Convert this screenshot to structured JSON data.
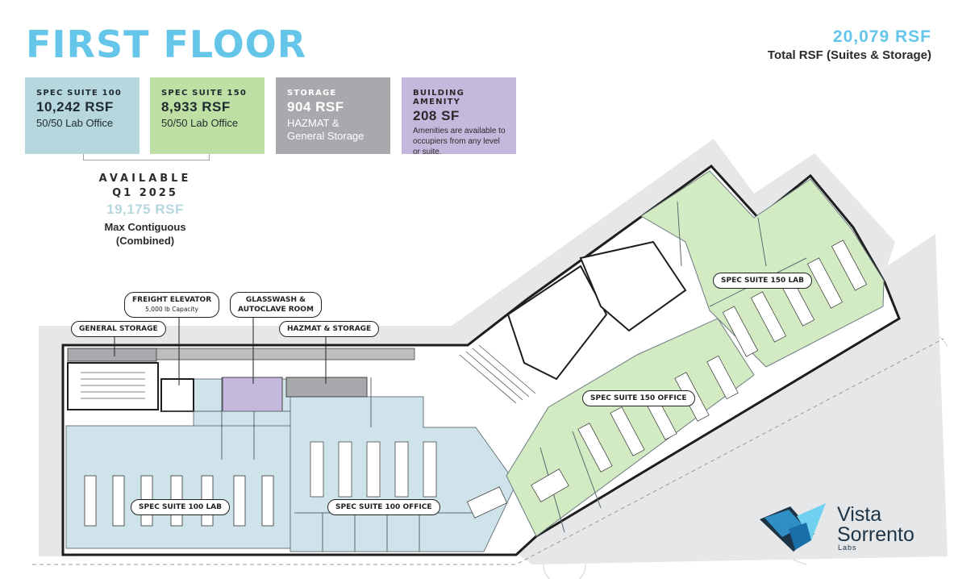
{
  "header": {
    "title": "FIRST FLOOR",
    "total_rsf": "20,079 RSF",
    "total_label": "Total RSF (Suites & Storage)"
  },
  "cards": [
    {
      "heading": "SPEC SUITE 100",
      "value": "10,242 RSF",
      "desc": "50/50 Lab Office",
      "color": "#b7d7df"
    },
    {
      "heading": "SPEC SUITE 150",
      "value": "8,933 RSF",
      "desc": "50/50 Lab Office",
      "color": "#bfe0a5"
    },
    {
      "heading": "STORAGE",
      "value": "904 RSF",
      "desc": "HAZMAT & General Storage",
      "color": "#a7a9ac"
    },
    {
      "heading": "BUILDING AMENITY",
      "value": "208 SF",
      "desc": "Amenities are available to occupiers from any level or suite.",
      "color": "#c4b9dd"
    }
  ],
  "availability": {
    "label": "AVAILABLE",
    "date": "Q1 2025",
    "rsf": "19,175 RSF",
    "note_line1": "Max Contiguous",
    "note_line2": "(Combined)"
  },
  "plan_labels": {
    "freight_elevator": "FREIGHT ELEVATOR",
    "freight_capacity": "5,000 lb Capacity",
    "glasswash_line1": "GLASSWASH &",
    "glasswash_line2": "AUTOCLAVE ROOM",
    "general_storage": "GENERAL STORAGE",
    "hazmat_storage": "HAZMAT & STORAGE",
    "suite100_lab": "SPEC SUITE 100 LAB",
    "suite100_office": "SPEC SUITE 100 OFFICE",
    "suite150_lab": "SPEC SUITE 150 LAB",
    "suite150_office": "SPEC SUITE 150 OFFICE"
  },
  "logo": {
    "line1": "Vista",
    "line2": "Sorrento",
    "line3": "Labs",
    "icon": "vista-sorrento-logo-icon"
  },
  "colors": {
    "suite100": "#cfe4ea",
    "suite150": "#d3ebc3",
    "storage": "#a7a9ac",
    "amenity": "#c4b9dd",
    "accent": "#66c6ea"
  }
}
